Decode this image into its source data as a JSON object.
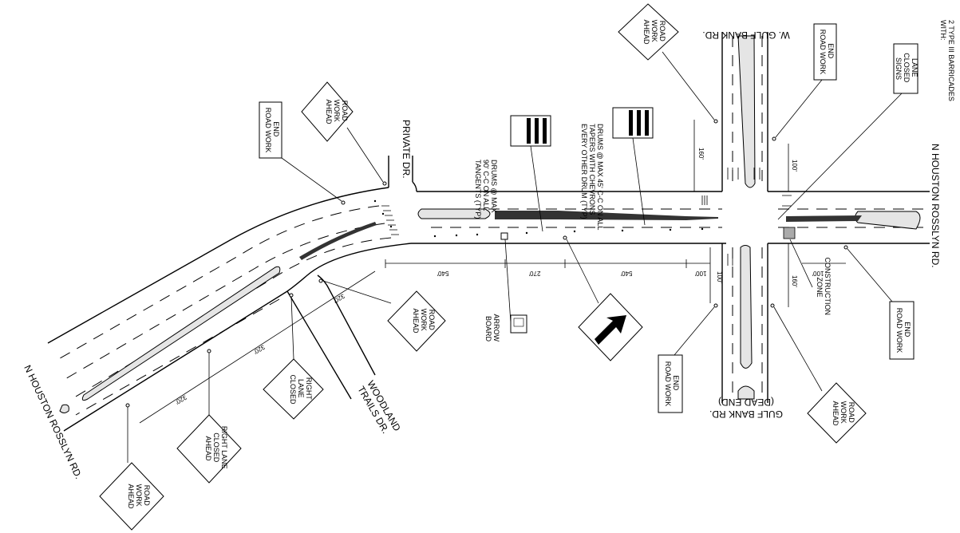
{
  "roads": {
    "n_houston_right": "N HOUSTON ROSSLYN RD.",
    "n_houston_left": "N HOUSTON ROSSLYN RD.",
    "w_gulf_bank": "W. GULF BANK RD.",
    "gulf_bank": "GULF BANK RD.",
    "dead_end": "(DEAD END)",
    "private_dr": "PRIVATE DR.",
    "woodland_line1": "WOODLAND",
    "woodland_line2": "TRAILS DR."
  },
  "notes": {
    "barricades": [
      "2 TYPE III BARRICADES",
      "WITH:"
    ],
    "drums_tapers": [
      "DRUMS @ MAX 45' C-C ON ALL",
      "TAPERS WITH CHEVRONS",
      "EVERY OTHER DRUM (TYP)"
    ],
    "drums_tangents": [
      "DRUMS @ MAX",
      "90' C-C ON ALL",
      "TANGENTS (TYP)"
    ],
    "construction_zone": [
      "CONSTRUCTION",
      "ZONE"
    ],
    "arrow_board": [
      "ARROW",
      "BOARD"
    ]
  },
  "signs": {
    "road_work_ahead": [
      "ROAD",
      "WORK",
      "AHEAD"
    ],
    "end_road_work": [
      "END",
      "ROAD WORK"
    ],
    "lane_closed_signs": [
      "LANE",
      "CLOSED",
      "SIGNS"
    ],
    "right_lane_closed": [
      "RIGHT",
      "LANE",
      "CLOSED"
    ],
    "right_lane_closed_ahead": [
      "RIGHT LANE",
      "CLOSED",
      "AHEAD"
    ]
  },
  "dimensions": {
    "d540a": "540'",
    "d270": "270'",
    "d540b": "540'",
    "d100a": "100'",
    "d100b": "100'",
    "d100c": "100'",
    "d100d": "100'",
    "d160a": "160'",
    "d160b": "160'",
    "d320a": "320'",
    "d320b": "320'",
    "d320c": "320'"
  }
}
